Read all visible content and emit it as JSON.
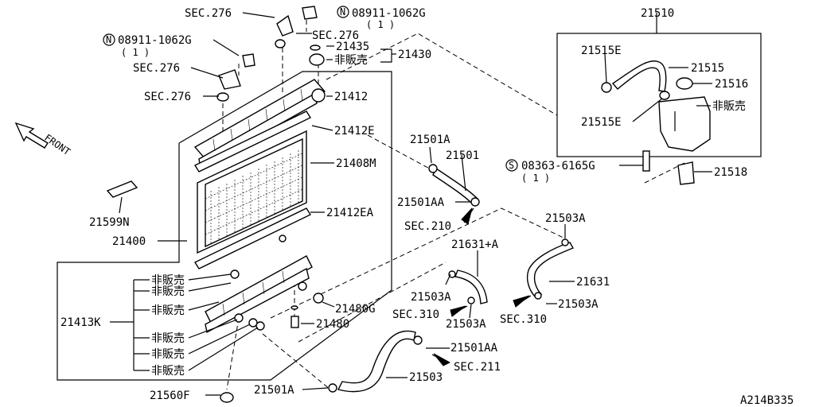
{
  "diagram_id": "A214B335",
  "front_label": "FRONT",
  "labels": {
    "sec276_a": "SEC.276",
    "n08911_a": "08911-1062G",
    "n08911_a_qty": "( 1 )",
    "sec276_b": "SEC.276",
    "n08911_b": "08911-1062G",
    "n08911_b_qty": "( 1 )",
    "sec276_c": "SEC.276",
    "sec276_d": "SEC.276",
    "p21435": "21435",
    "p21430": "21430",
    "hanbai_a": "非販売",
    "p21412": "21412",
    "p21412e": "21412E",
    "p21408m": "21408M",
    "p21412ea": "21412EA",
    "p21599n": "21599N",
    "p21400": "21400",
    "p21413k": "21413K",
    "hanbai_1": "非販売",
    "hanbai_2": "非販売",
    "hanbai_3": "非販売",
    "hanbai_4": "非販売",
    "hanbai_5": "非販売",
    "hanbai_6": "非販売",
    "p21480g": "21480G",
    "p21480": "21480",
    "p21560f": "21560F",
    "p21501a_bottom": "21501A",
    "p21501a": "21501A",
    "p21501": "21501",
    "p21501aa": "21501AA",
    "sec210": "SEC.210",
    "p21510": "21510",
    "p21515e_top": "21515E",
    "p21515": "21515",
    "p21516": "21516",
    "hanbai_tank": "非販売",
    "p21515e_bot": "21515E",
    "s08363": "08363-6165G",
    "s08363_qty": "( 1 )",
    "p21518": "21518",
    "p21503a_r": "21503A",
    "p21631a": "21631+A",
    "p21631": "21631",
    "p21503a_m": "21503A",
    "p21503a_r2": "21503A",
    "sec310_a": "SEC.310",
    "p21503a_m2": "21503A",
    "sec310_b": "SEC.310",
    "p21501aa_b": "21501AA",
    "sec211": "SEC.211",
    "p21503": "21503"
  },
  "circle_marks": {
    "n": "N",
    "s": "S"
  }
}
